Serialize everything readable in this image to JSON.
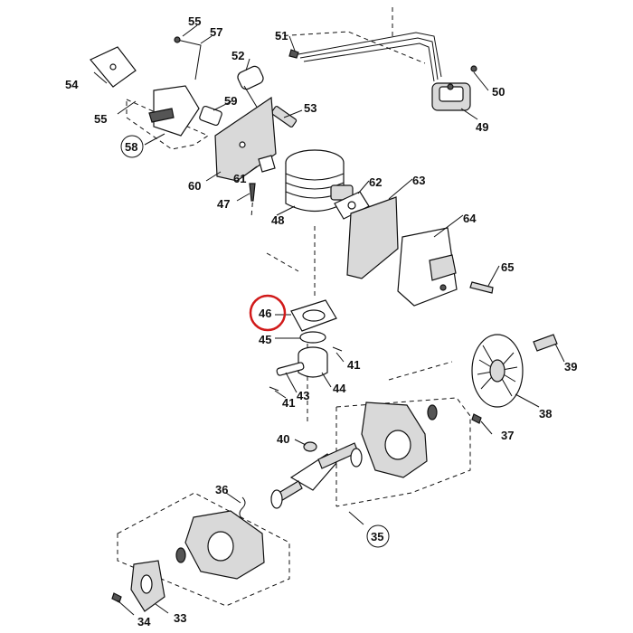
{
  "diagram": {
    "highlighted_part": "46",
    "labels": {
      "p33": "33",
      "p34": "34",
      "p35": "35",
      "p36": "36",
      "p37": "37",
      "p38": "38",
      "p39": "39",
      "p40": "40",
      "p41a": "41",
      "p41b": "41",
      "p43": "43",
      "p44": "44",
      "p45": "45",
      "p46": "46",
      "p47": "47",
      "p48": "48",
      "p49": "49",
      "p50": "50",
      "p51": "51",
      "p52": "52",
      "p53": "53",
      "p54": "54",
      "p55a": "55",
      "p55b": "55",
      "p57": "57",
      "p58": "58",
      "p59": "59",
      "p60": "60",
      "p61": "61",
      "p62": "62",
      "p63": "63",
      "p64": "64",
      "p65": "65"
    },
    "colors": {
      "highlight": "#d11a1a",
      "ink": "#111111"
    }
  }
}
